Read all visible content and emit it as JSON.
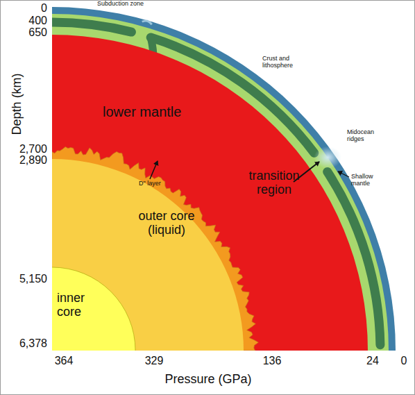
{
  "diagram": {
    "labels": [
      "Subduction zone",
      "Crust and lithosphere",
      "Midocean ridges",
      "Shallow mantle",
      "lower mantle",
      "transition region",
      "D\" layer",
      "outer core (liquid)",
      "inner core",
      "Depth (km)",
      "0",
      "400",
      "650",
      "2,700",
      "2,890",
      "5,150",
      "6,378",
      "364",
      "329",
      "136",
      "24",
      "0",
      "Pressure (GPa)"
    ]
  }
}
